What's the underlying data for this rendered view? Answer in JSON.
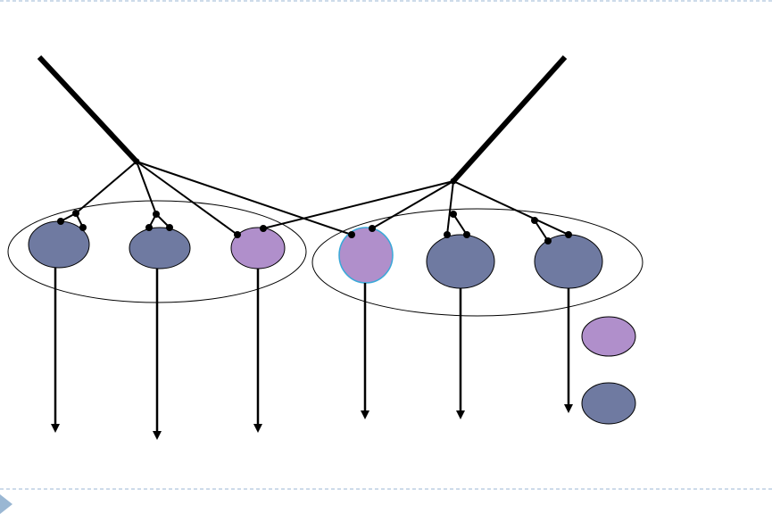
{
  "colors": {
    "background": "#ffffff",
    "dashed_rule": "#9bb7d4",
    "nav_marker": "#9ab7d3",
    "neuron_blue": "#6f7aa1",
    "neuron_purple": "#b08fcb",
    "highlight_stroke": "#3aa9d8",
    "line": "#000000"
  },
  "icons": {
    "nav_marker": "triangle-right-icon"
  },
  "diagram": {
    "groups": [
      {
        "id": "left-group",
        "neurons": [
          "blue",
          "blue",
          "purple"
        ]
      },
      {
        "id": "right-group",
        "neurons": [
          "purple",
          "blue",
          "blue"
        ]
      }
    ],
    "legend": [
      "purple",
      "blue"
    ],
    "inputs": 2,
    "outputs": 6
  }
}
